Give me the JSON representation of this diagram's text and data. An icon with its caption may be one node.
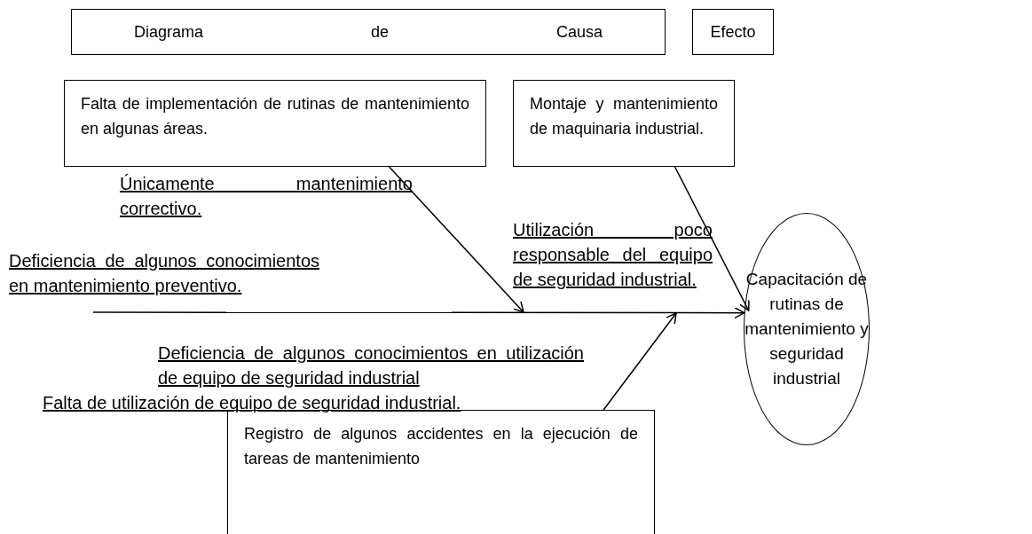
{
  "diagram": {
    "nodes": [
      {
        "text": [
          "Diagrama de Causa"
        ]
      },
      {
        "text": [
          "Efecto"
        ]
      },
      {
        "text": [
          "Falta de implementación de rutinas de mantenimiento en algunas áreas."
        ]
      },
      {
        "text": [
          "Montaje y mantenimiento de maquinaria industrial."
        ]
      },
      {
        "text": [
          "Registro de algunos accidentes en la ejecución de tareas de mantenimiento"
        ]
      },
      {
        "text": [
          "Capacitación de rutinas de mantenimiento y seguridad industrial"
        ]
      }
    ],
    "edges": [
      {
        "from": null,
        "to": 5,
        "arrow": "to"
      },
      {
        "from": 2,
        "to": null,
        "arrow": "to"
      },
      {
        "from": 3,
        "to": 5,
        "arrow": "to"
      },
      {
        "from": 4,
        "to": null,
        "arrow": "to"
      }
    ],
    "labels": [
      "Únicamente mantenimiento correctivo.",
      "Utilización poco responsable del equipo de seguridad industrial.",
      "Deficiencia de algunos conocimientos en mantenimiento preventivo.",
      "Deficiencia de algunos conocimientos en utilización de equipo de seguridad industrial",
      "Falta de utilización de equipo de seguridad industrial."
    ]
  }
}
